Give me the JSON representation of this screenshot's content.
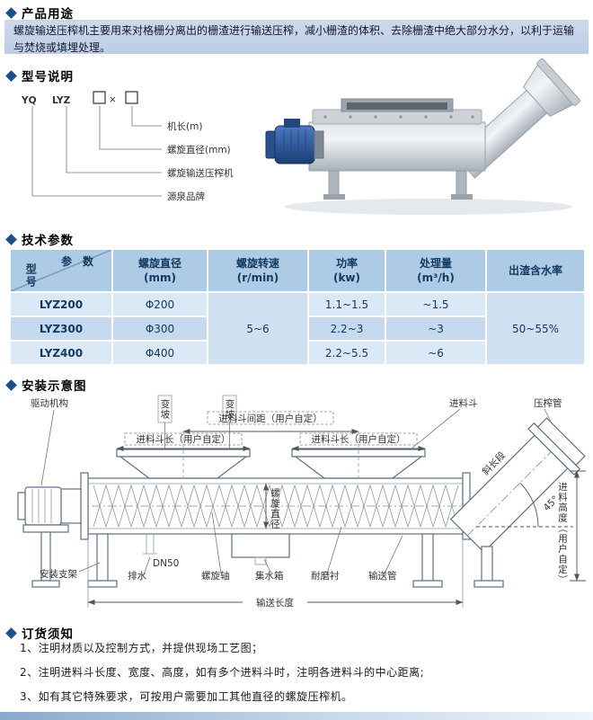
{
  "usage": {
    "title": "产品用途",
    "body": "螺旋输送压榨机主要用来对格栅分离出的栅渣进行输送压榨，减小栅渣的体积、去除栅渣中绝大部分水分，以利于运输与焚烧或填埋处理。"
  },
  "model": {
    "title": "型号说明",
    "brand_code": "YQ",
    "series_code": "LYZ",
    "times_sign": "×",
    "callouts": {
      "length": "机长(m)",
      "diameter": "螺旋直径(mm)",
      "machine": "螺旋输送压榨机",
      "brand": "源泉品牌"
    }
  },
  "specs": {
    "title": "技术参数",
    "corner_param": "参数",
    "corner_model": "型号",
    "columns": {
      "diameter_l1": "螺旋直径",
      "diameter_l2": "(mm)",
      "speed_l1": "螺旋转速",
      "speed_l2": "(r/min)",
      "power_l1": "功率",
      "power_l2": "(kw)",
      "capacity_l1": "处理量",
      "capacity_l2": "(m³/h)",
      "moisture": "出渣含水率"
    },
    "rows": [
      {
        "model": "LYZ200",
        "dia": "Φ200",
        "power": "1.1~1.5",
        "cap": "~1.5"
      },
      {
        "model": "LYZ300",
        "dia": "Φ300",
        "power": "2.2~3",
        "cap": "~3"
      },
      {
        "model": "LYZ400",
        "dia": "Φ400",
        "power": "2.2~5.5",
        "cap": "~6"
      }
    ],
    "speed_value": "5~6",
    "moisture_value": "50~55%"
  },
  "install": {
    "title": "安装示意图",
    "labels": {
      "drive": "驱动机构",
      "slope": "变坡",
      "hopper_spacing": "进料斗间距（用户自定）",
      "hopper_length": "进料斗长（用户自定）",
      "hopper": "进料斗",
      "press_pipe": "压榨管",
      "screw_diameter": "螺旋直径",
      "bracket": "安装支架",
      "drain": "排水",
      "dn50": "DN50",
      "screw_shaft": "螺旋轴",
      "water_tank": "集水箱",
      "wear_liner": "耐磨衬",
      "conveying_pipe": "输送管",
      "conveying_length": "输送长度",
      "feed_height": "进料高度（用户自定）",
      "incline_length": "斜长段",
      "angle": "45°"
    }
  },
  "order": {
    "title": "订货须知",
    "items": [
      "1、注明材质以及控制方式，并提供现场工艺图；",
      "2、注明进料斗长度、宽度、高度，如有多个进料斗时，注明各进料斗的中心距离;",
      "3、如有其它特殊要求，可按用户需要加工其他直径的螺旋压榨机。"
    ]
  }
}
